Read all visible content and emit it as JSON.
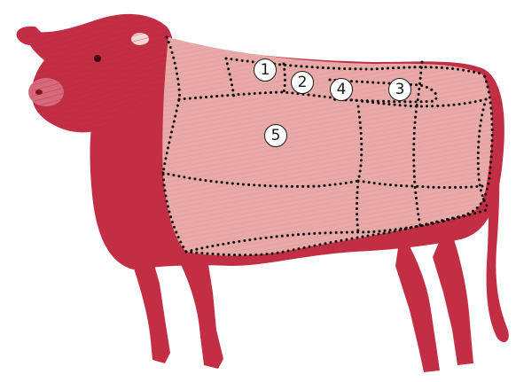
{
  "colors": {
    "background": "#ffffff",
    "body_dark": "#c22f45",
    "body_light": "#e8aaa8",
    "cut_line": "#111111",
    "label_border": "#1a1a1a"
  },
  "cuts": [
    {
      "number": "1",
      "label": "①"
    },
    {
      "number": "2",
      "label": "②"
    },
    {
      "number": "3",
      "label": "③"
    },
    {
      "number": "4",
      "label": "④"
    },
    {
      "number": "5",
      "label": "⑤"
    }
  ]
}
